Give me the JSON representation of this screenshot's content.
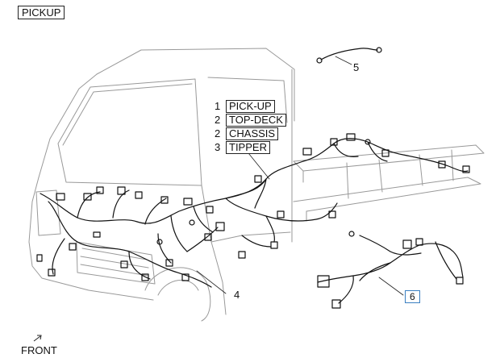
{
  "variant_title": "PICKUP",
  "legend": [
    {
      "qty": "1",
      "label": "PICK-UP"
    },
    {
      "qty": "2",
      "label": "TOP-DECK"
    },
    {
      "qty": "2",
      "label": "CHASSIS"
    },
    {
      "qty": "3",
      "label": "TIPPER"
    }
  ],
  "callouts": {
    "c4": "4",
    "c5": "5",
    "c6": "6"
  },
  "orientation_label": "FRONT",
  "colors": {
    "line": "#222222",
    "accent_box": "#3a7fc1"
  }
}
